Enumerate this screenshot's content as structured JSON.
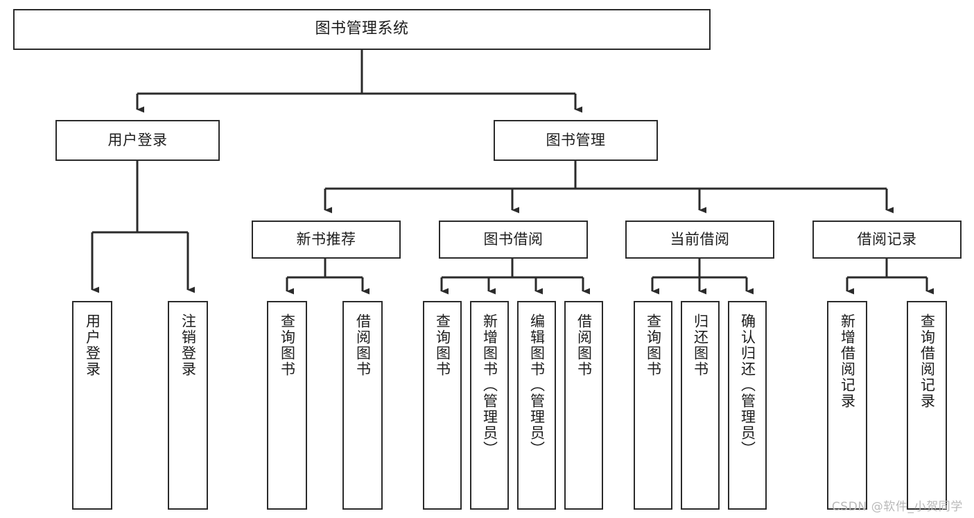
{
  "diagram": {
    "title": "图书管理系统",
    "type": "hierarchy-tree",
    "orientation": "top-down",
    "colors": {
      "box_border": "#2b2b2b",
      "box_fill": "#ffffff",
      "connector": "#2b2b2b",
      "text": "#1d1d1d",
      "watermark": "#b9b9b9",
      "background": "#ffffff"
    }
  },
  "root": {
    "label": "图书管理系统"
  },
  "level2": [
    {
      "label": "用户登录"
    },
    {
      "label": "图书管理"
    }
  ],
  "level3": [
    {
      "label": "新书推荐"
    },
    {
      "label": "图书借阅"
    },
    {
      "label": "当前借阅"
    },
    {
      "label": "借阅记录"
    }
  ],
  "leaves": {
    "user_login": [
      {
        "label": "用户登录"
      },
      {
        "label": "注销登录"
      }
    ],
    "new_book": [
      {
        "label": "查询图书"
      },
      {
        "label": "借阅图书"
      }
    ],
    "book_borrow": [
      {
        "label": "查询图书"
      },
      {
        "label": "新增图书（管理员）"
      },
      {
        "label": "编辑图书（管理员）"
      },
      {
        "label": "借阅图书"
      }
    ],
    "current_borrow": [
      {
        "label": "查询图书"
      },
      {
        "label": "归还图书"
      },
      {
        "label": "确认归还（管理员）"
      }
    ],
    "borrow_record": [
      {
        "label": "新增借阅记录"
      },
      {
        "label": "查询借阅记录"
      }
    ]
  },
  "watermark": {
    "text": "CSDN @软件_小贺同学"
  }
}
